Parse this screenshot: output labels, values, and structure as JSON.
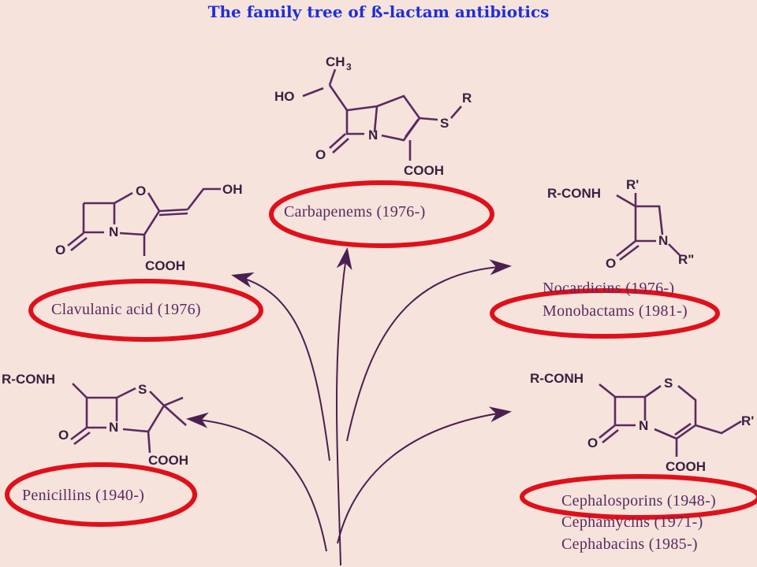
{
  "title": "The family tree of ß-lactam antibiotics",
  "colors": {
    "background": "#f6e3dc",
    "title": "#1f2fd8",
    "highlight": "#e0101a",
    "text": "#5b2a60"
  },
  "classes": {
    "carbapenems": "Carbapenems (1976-)",
    "clavulanic": "Clavulanic acid (1976)",
    "nocardicins": "Nocardicins (1976-)",
    "monobactams": "Monobactams (1981-)",
    "penicillins": "Penicillins (1940-)",
    "cephalosporins": "Cephalosporins (1948-)",
    "cephamycins": "Cephamycins (1971-)",
    "cephabacins": "Cephabacins (1985-)"
  },
  "atoms": {
    "ch3": "CH",
    "ch3_sub": "3",
    "ho": "HO",
    "oh": "OH",
    "o": "O",
    "n": "N",
    "s": "S",
    "r": "R",
    "r_prime": "R'",
    "r_dprime": "R\"",
    "cooh": "COOH",
    "rconh": "R-CONH"
  }
}
